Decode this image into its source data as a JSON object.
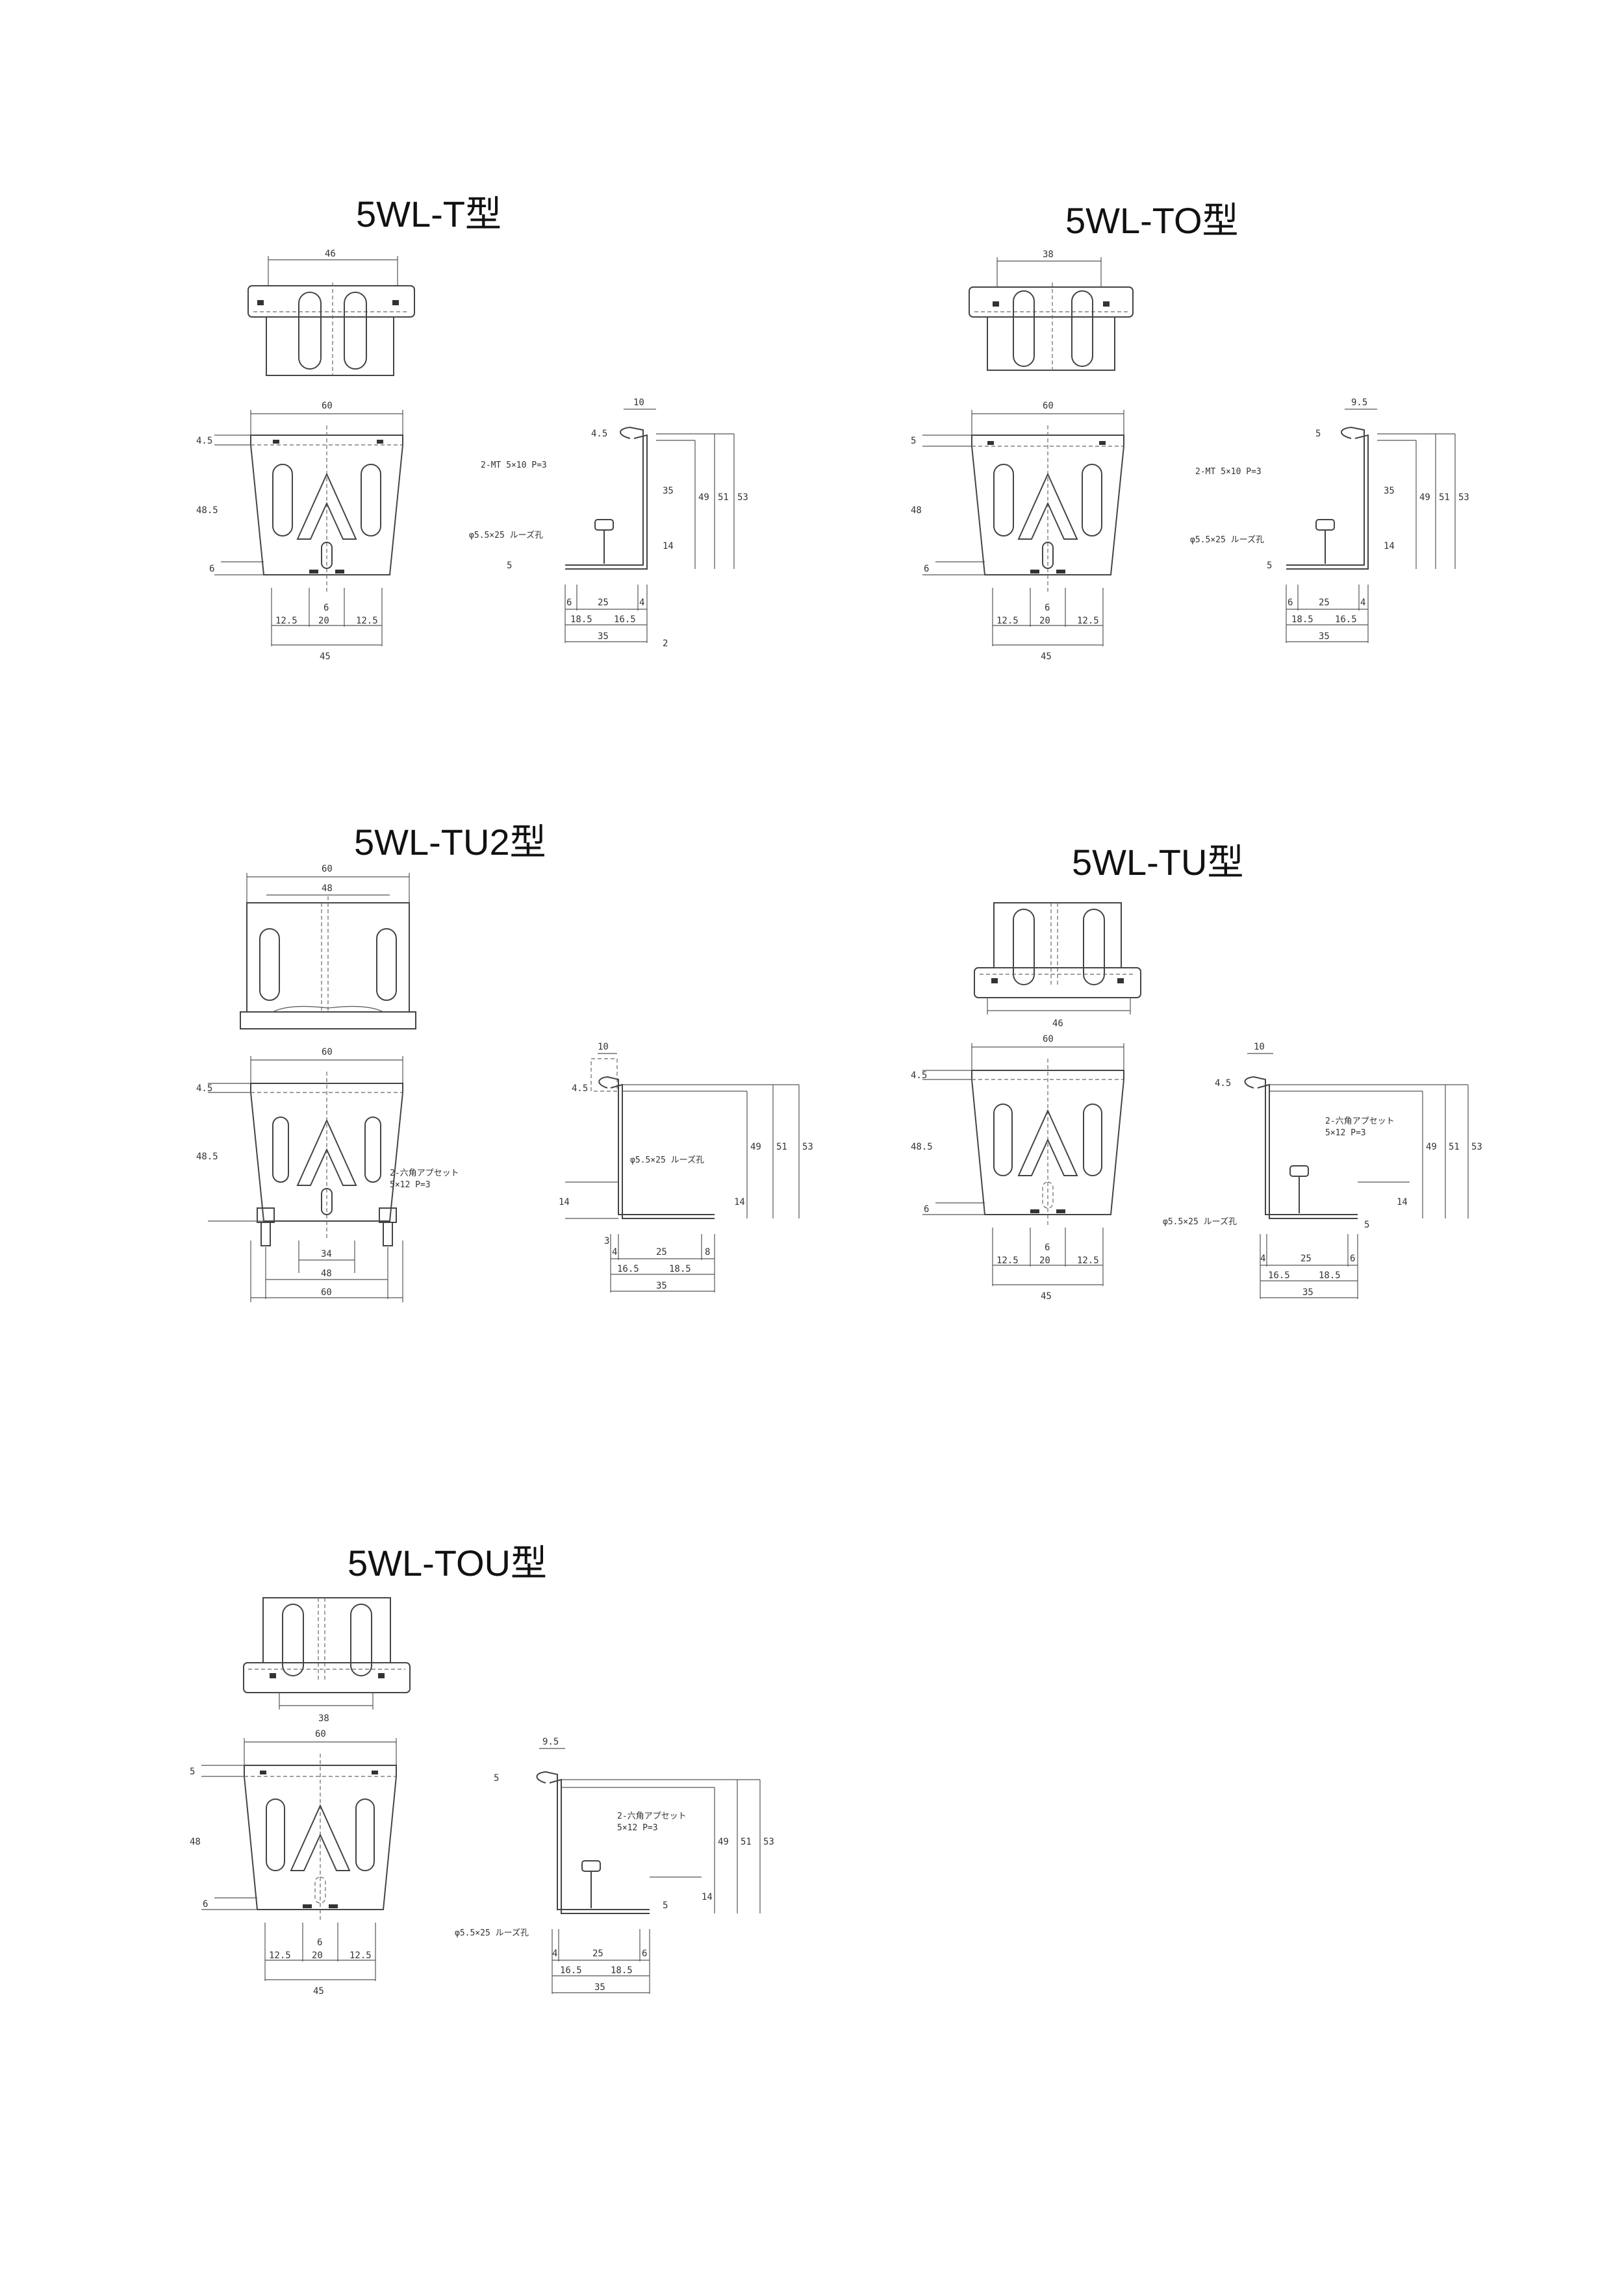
{
  "models": {
    "t": {
      "title": "5WL-T型",
      "top_dims": [
        "46"
      ],
      "front_dims": [
        "60",
        "4.5",
        "48.5",
        "6",
        "6",
        "12.5",
        "20",
        "12.5",
        "45"
      ],
      "side_dims": [
        "10",
        "4.5",
        "35",
        "49",
        "51",
        "53",
        "14",
        "5",
        "6",
        "25",
        "4",
        "18.5",
        "16.5",
        "35",
        "2"
      ],
      "notes": [
        "2-MT 5×10 P=3",
        "φ5.5×25 ルーズ孔"
      ]
    },
    "to": {
      "title": "5WL-TO型",
      "top_dims": [
        "38"
      ],
      "front_dims": [
        "60",
        "5",
        "48",
        "6",
        "6",
        "12.5",
        "20",
        "12.5",
        "45"
      ],
      "side_dims": [
        "9.5",
        "5",
        "35",
        "49",
        "51",
        "53",
        "14",
        "5",
        "6",
        "25",
        "4",
        "18.5",
        "16.5",
        "35"
      ],
      "notes": [
        "2-MT 5×10 P=3",
        "φ5.5×25 ルーズ孔"
      ]
    },
    "tu2": {
      "title": "5WL-TU2型",
      "top_dims": [
        "60",
        "48"
      ],
      "front_dims": [
        "60",
        "4.5",
        "48.5",
        "34",
        "48",
        "60"
      ],
      "side_dims": [
        "10",
        "4.5",
        "49",
        "51",
        "53",
        "14",
        "3",
        "4",
        "25",
        "8",
        "16.5",
        "18.5",
        "35",
        "14"
      ],
      "notes": [
        "2-六角アプセット",
        "5×12 P=3",
        "φ5.5×25 ルーズ孔"
      ]
    },
    "tu": {
      "title": "5WL-TU型",
      "top_dims": [
        "46"
      ],
      "front_dims": [
        "60",
        "4.5",
        "48.5",
        "6",
        "6",
        "12.5",
        "20",
        "12.5",
        "45"
      ],
      "side_dims": [
        "10",
        "4.5",
        "49",
        "51",
        "53",
        "14",
        "5",
        "4",
        "25",
        "6",
        "16.5",
        "18.5",
        "35"
      ],
      "notes": [
        "2-六角アプセット",
        "5×12 P=3",
        "φ5.5×25 ルーズ孔"
      ]
    },
    "tou": {
      "title": "5WL-TOU型",
      "top_dims": [
        "38"
      ],
      "front_dims": [
        "60",
        "5",
        "48",
        "6",
        "6",
        "12.5",
        "20",
        "12.5",
        "45"
      ],
      "side_dims": [
        "9.5",
        "5",
        "49",
        "51",
        "53",
        "14",
        "5",
        "4",
        "25",
        "6",
        "16.5",
        "18.5",
        "35"
      ],
      "notes": [
        "2-六角アプセット",
        "5×12 P=3",
        "φ5.5×25 ルーズ孔"
      ]
    }
  }
}
